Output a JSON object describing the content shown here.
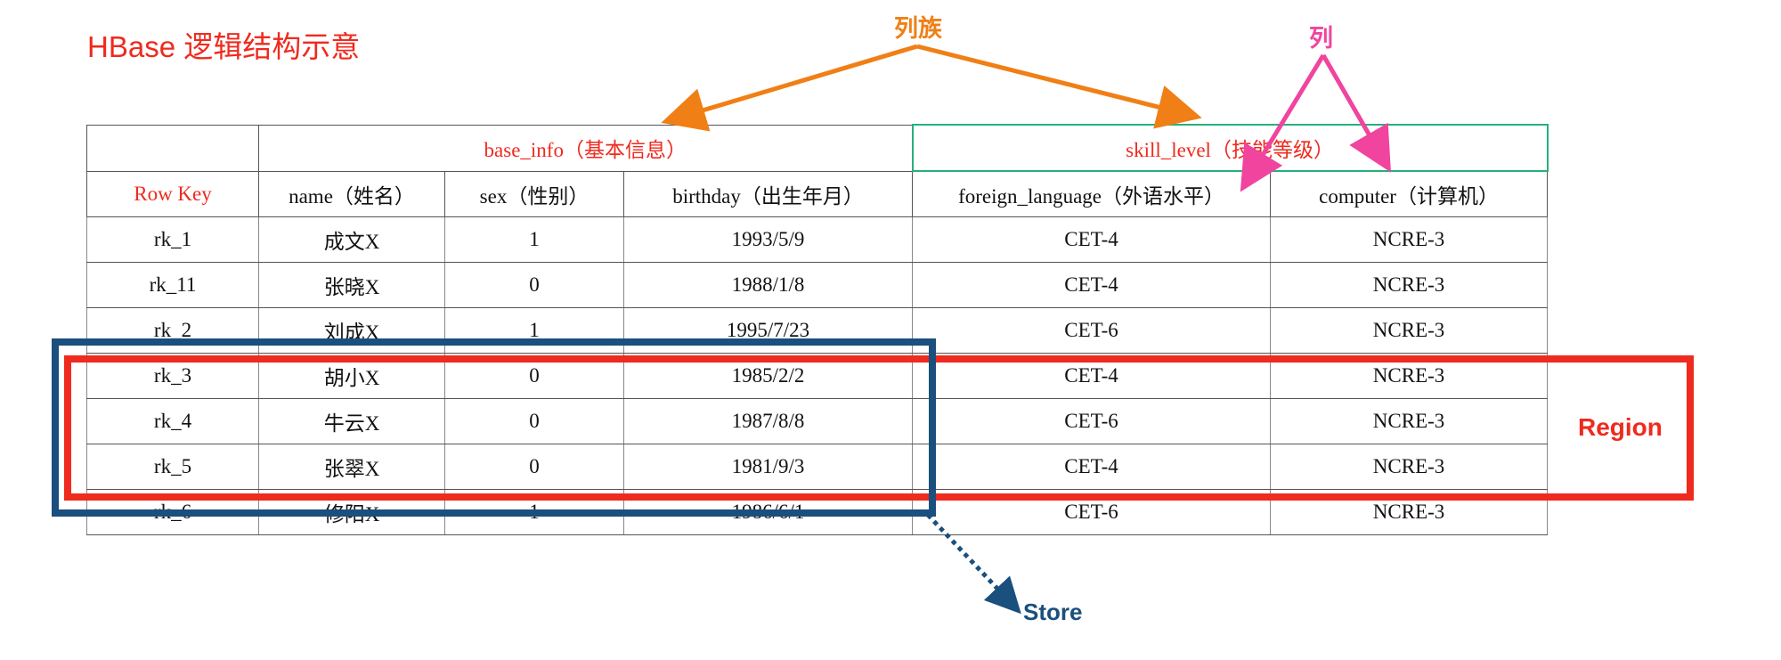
{
  "title": "HBase 逻辑结构示意",
  "annotations": {
    "column_family": "列族",
    "column": "列",
    "region": "Region",
    "store": "Store"
  },
  "table": {
    "families": {
      "base_info": "base_info（基本信息）",
      "skill_level": "skill_level（技能等级）"
    },
    "headers": [
      "Row Key",
      "name（姓名）",
      "sex（性别）",
      "birthday（出生年月）",
      "foreign_language（外语水平）",
      "computer（计算机）"
    ],
    "rows": [
      [
        "rk_1",
        "成文X",
        "1",
        "1993/5/9",
        "CET-4",
        "NCRE-3"
      ],
      [
        "rk_11",
        "张晓X",
        "0",
        "1988/1/8",
        "CET-4",
        "NCRE-3"
      ],
      [
        "rk_2",
        "刘成X",
        "1",
        "1995/7/23",
        "CET-6",
        "NCRE-3"
      ],
      [
        "rk_3",
        "胡小X",
        "0",
        "1985/2/2",
        "CET-4",
        "NCRE-3"
      ],
      [
        "rk_4",
        "牛云X",
        "0",
        "1987/8/8",
        "CET-6",
        "NCRE-3"
      ],
      [
        "rk_5",
        "张翠X",
        "0",
        "1981/9/3",
        "CET-4",
        "NCRE-3"
      ],
      [
        "rk_6",
        "修阳X",
        "1",
        "1986/6/1",
        "CET-6",
        "NCRE-3"
      ]
    ]
  },
  "colors": {
    "title": "#ef2a1e",
    "column_family_arrow": "#f07f16",
    "column_arrow": "#f0449e",
    "region_box": "#ef2a1e",
    "store_box": "#1a4f7e",
    "skill_family_border": "#25b07c"
  }
}
